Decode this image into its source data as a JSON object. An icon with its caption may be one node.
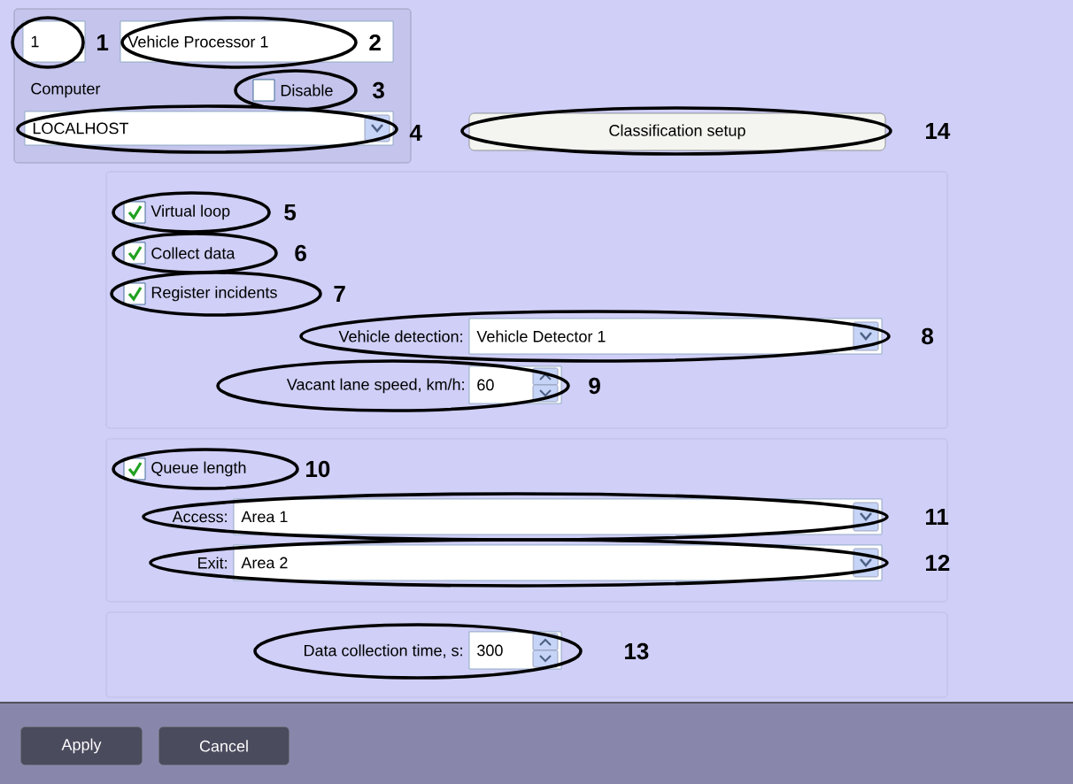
{
  "diagram": {
    "nodes": [
      {
        "text": [
          "1"
        ],
        "beside": [
          "1"
        ]
      },
      {
        "text": [
          "Vehicle Processor 1"
        ],
        "beside": [
          "2"
        ]
      },
      {
        "text": [
          "Disable"
        ],
        "beside": [
          "3"
        ]
      },
      {
        "text": [
          "LOCALHOST"
        ],
        "beside": [
          "4"
        ]
      },
      {
        "text": [
          "Classification setup"
        ],
        "beside": [
          "14"
        ]
      },
      {
        "text": [
          "Virtual loop"
        ],
        "beside": [
          "5"
        ]
      },
      {
        "text": [
          "Collect data"
        ],
        "beside": [
          "6"
        ]
      },
      {
        "text": [
          "Register incidents"
        ],
        "beside": [
          "7"
        ]
      },
      {
        "text": [
          "Vehicle detection:",
          "Vehicle Detector 1"
        ],
        "beside": [
          "8"
        ]
      },
      {
        "text": [
          "Vacant lane speed, km/h:",
          "60"
        ],
        "beside": [
          "9"
        ]
      },
      {
        "text": [
          "Queue length"
        ],
        "beside": [
          "10"
        ]
      },
      {
        "text": [
          "Access:",
          "Area 1"
        ],
        "beside": [
          "11"
        ]
      },
      {
        "text": [
          "Exit:",
          "Area 2"
        ],
        "beside": [
          "12"
        ]
      },
      {
        "text": [
          "Data collection time, s:",
          "300"
        ],
        "beside": [
          "13"
        ]
      },
      {
        "text": [
          "Apply"
        ]
      },
      {
        "text": [
          "Cancel"
        ]
      }
    ],
    "labels": [
      "Computer"
    ]
  }
}
